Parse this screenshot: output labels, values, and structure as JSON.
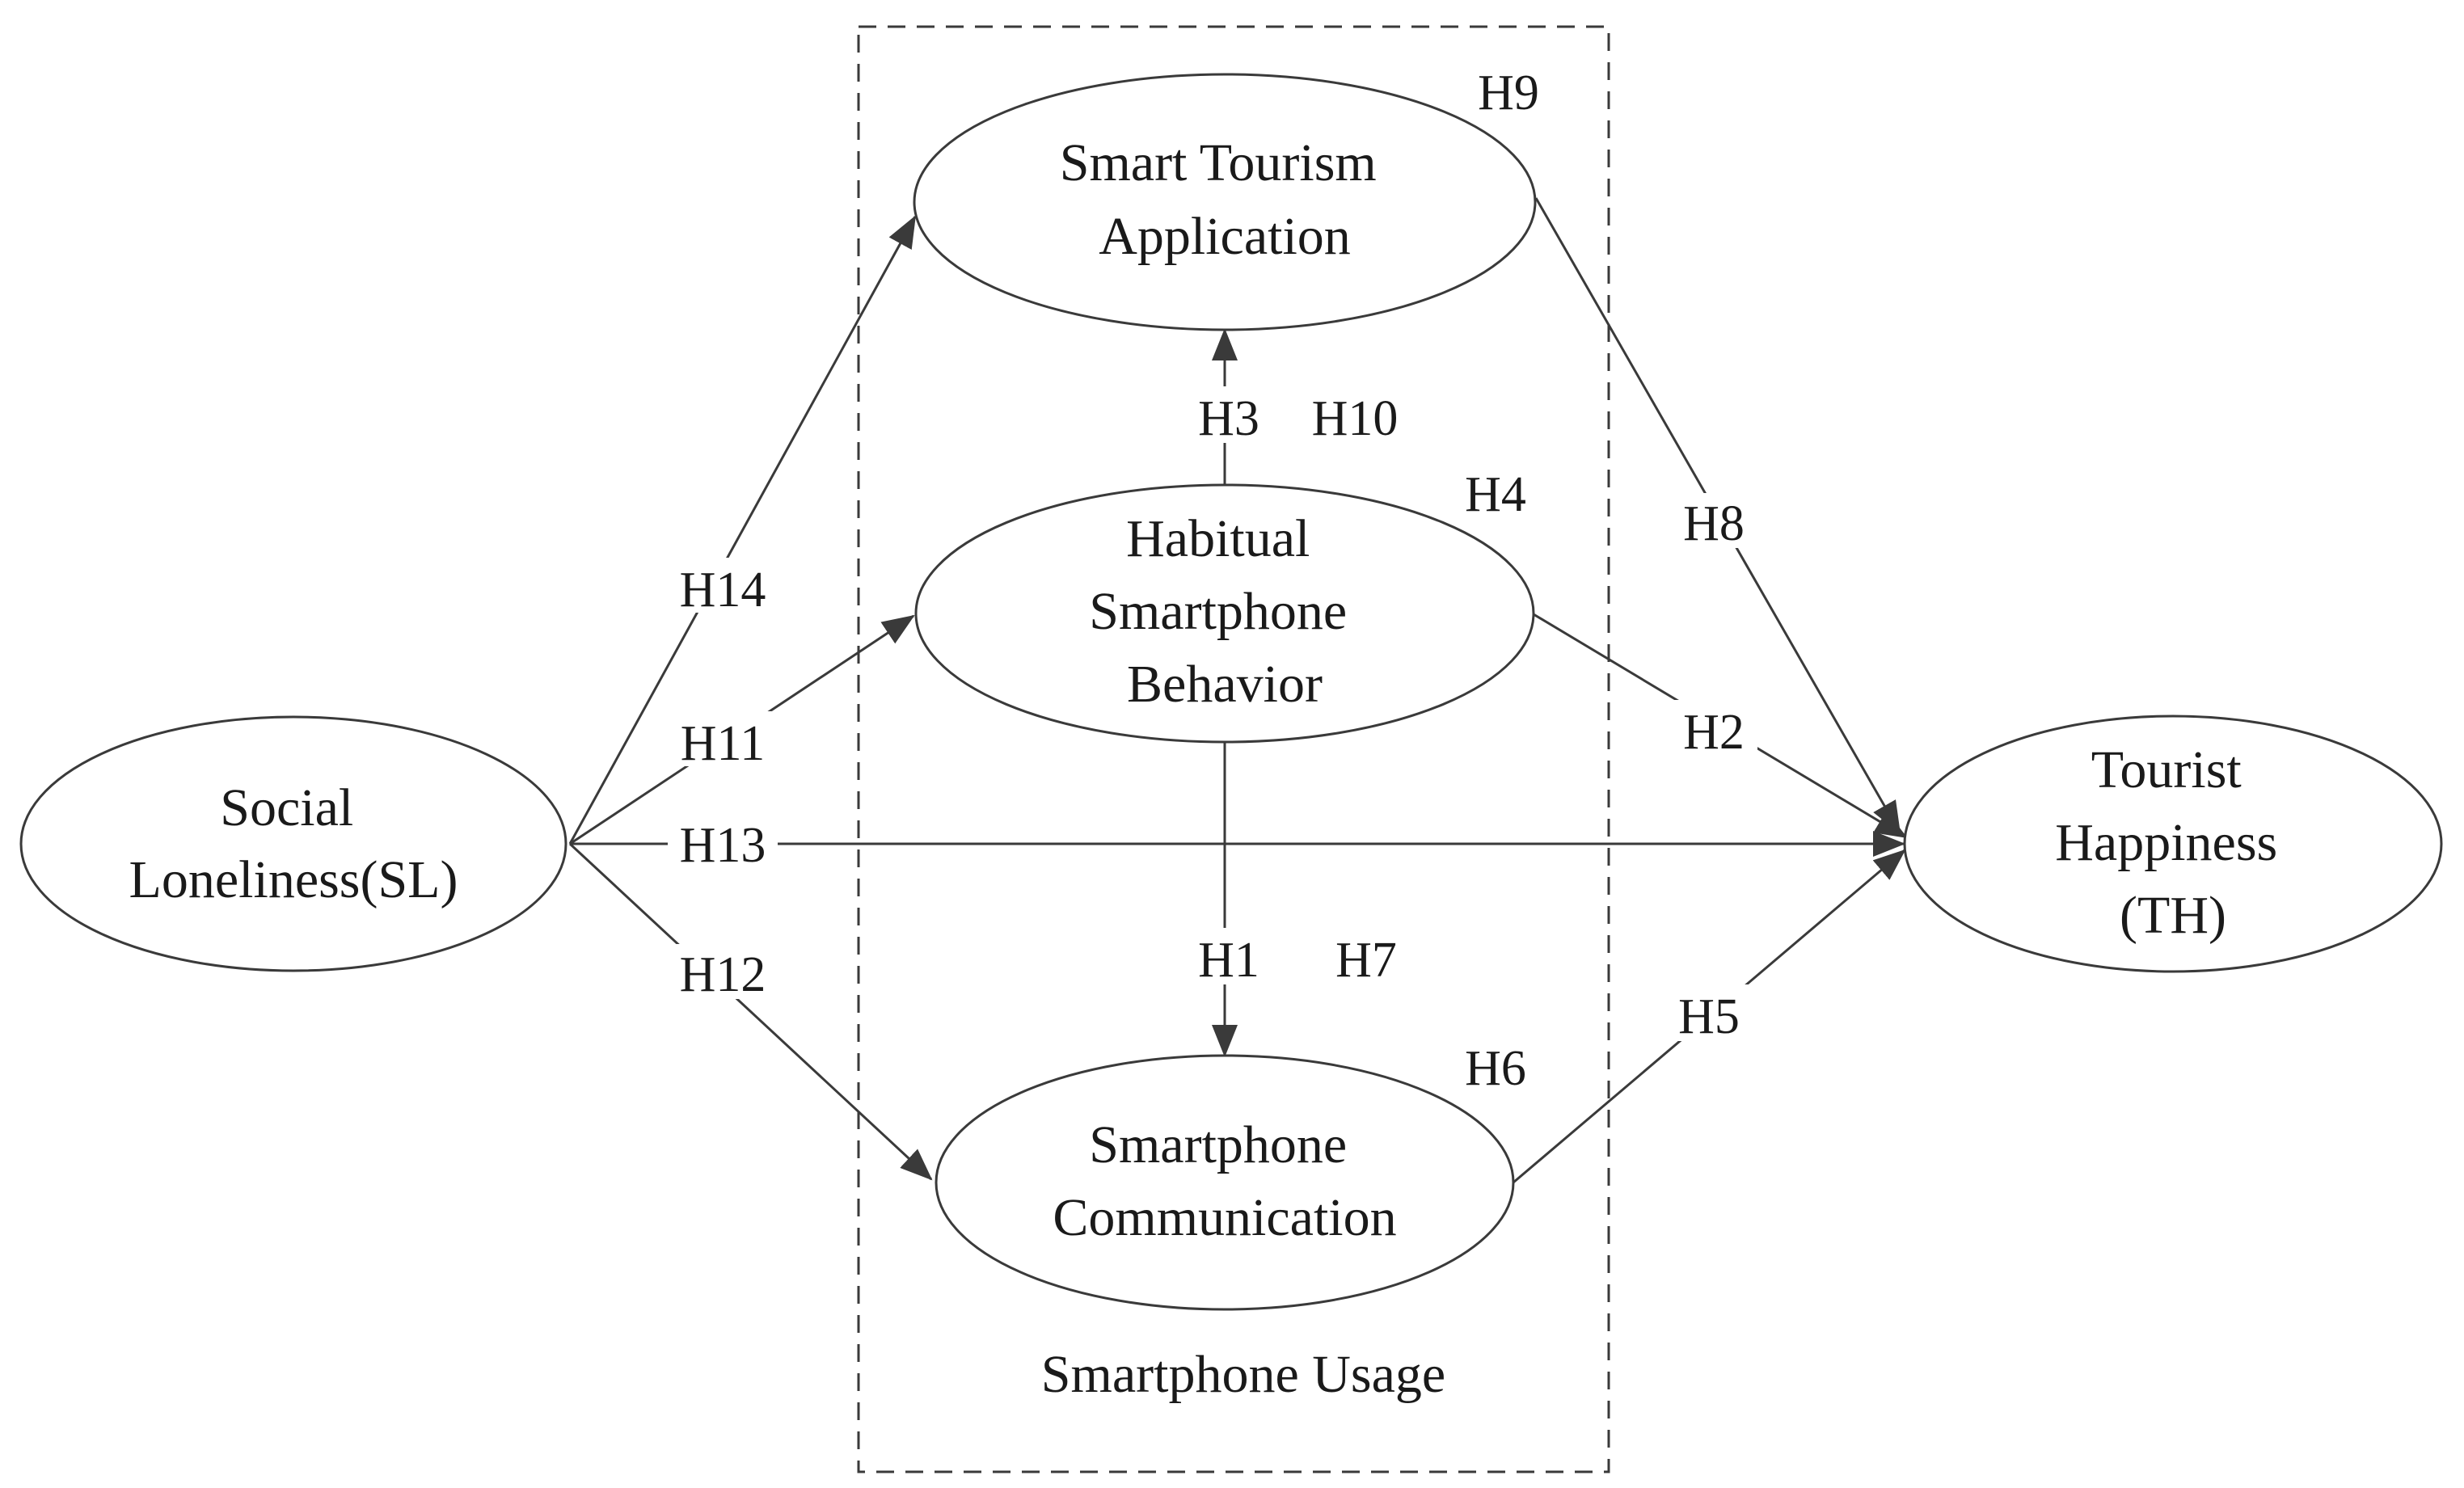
{
  "diagram": {
    "group": {
      "label": "Smartphone Usage"
    },
    "nodes": {
      "sl": {
        "lines": [
          "Social",
          "Loneliness(SL)"
        ]
      },
      "sta": {
        "lines": [
          "Smart Tourism",
          "Application"
        ]
      },
      "hsb": {
        "lines": [
          "Habitual",
          "Smartphone",
          "Behavior"
        ]
      },
      "sc": {
        "lines": [
          "Smartphone",
          "Communication"
        ]
      },
      "th": {
        "lines": [
          "Tourist",
          "Happiness",
          "(TH)"
        ]
      }
    },
    "edges": [
      {
        "id": "sl-sta",
        "from": "Social Loneliness(SL)",
        "to": "Smart Tourism Application",
        "label": "H14"
      },
      {
        "id": "sl-hsb",
        "from": "Social Loneliness(SL)",
        "to": "Habitual Smartphone Behavior",
        "label": "H11"
      },
      {
        "id": "sl-th",
        "from": "Social Loneliness(SL)",
        "to": "Tourist Happiness (TH)",
        "label": "H13"
      },
      {
        "id": "sl-sc",
        "from": "Social Loneliness(SL)",
        "to": "Smartphone Communication",
        "label": "H12"
      },
      {
        "id": "hsb-sta",
        "from": "Habitual Smartphone Behavior",
        "to": "Smart Tourism Application",
        "label": "H3"
      },
      {
        "id": "hsb-sc",
        "from": "Habitual Smartphone Behavior",
        "to": "Smartphone Communication",
        "label": "H1"
      },
      {
        "id": "hsb-th",
        "from": "Habitual Smartphone Behavior",
        "to": "Tourist Happiness (TH)",
        "label": "H2"
      },
      {
        "id": "sta-th",
        "from": "Smart Tourism Application",
        "to": "Tourist Happiness (TH)",
        "label": "H8"
      },
      {
        "id": "sc-th",
        "from": "Smartphone Communication",
        "to": "Tourist Happiness (TH)",
        "label": "H5"
      }
    ],
    "extra_labels": {
      "h9": "H9",
      "h10": "H10",
      "h4": "H4",
      "h7": "H7",
      "h6": "H6"
    },
    "colors": {
      "stroke": "#3a3a3a",
      "arrow": "#3a3a3a",
      "dashed_box": "#3a3a3a"
    }
  }
}
